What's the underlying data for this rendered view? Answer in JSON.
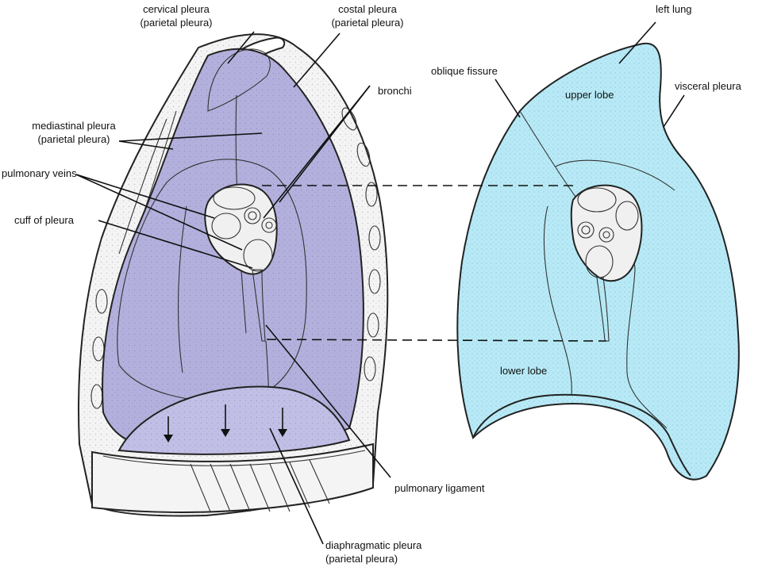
{
  "labels": {
    "cervical_pleura": {
      "line1": "cervical pleura",
      "line2": "(parietal pleura)"
    },
    "costal_pleura": {
      "line1": "costal pleura",
      "line2": "(parietal pleura)"
    },
    "bronchi": "bronchi",
    "mediastinal_pleura": {
      "line1": "mediastinal pleura",
      "line2": "(parietal pleura)"
    },
    "pulmonary_veins": "pulmonary veins",
    "cuff_of_pleura": "cuff of pleura",
    "pulmonary_ligament": "pulmonary ligament",
    "diaphragmatic_pleura": {
      "line1": "diaphragmatic pleura",
      "line2": "(parietal pleura)"
    },
    "left_lung": "left lung",
    "oblique_fissure": "oblique fissure",
    "upper_lobe": "upper lobe",
    "visceral_pleura": "visceral pleura",
    "lower_lobe": "lower lobe"
  },
  "colors": {
    "parietal_pleura": "#b3b0dd",
    "lung": "#b7eaf6",
    "artery": "#d6529a",
    "vein": "#3f97b3",
    "bronchus": "#ffffff",
    "ribs": "#f4f4f4",
    "diaphragm": "#c2bfe6"
  }
}
